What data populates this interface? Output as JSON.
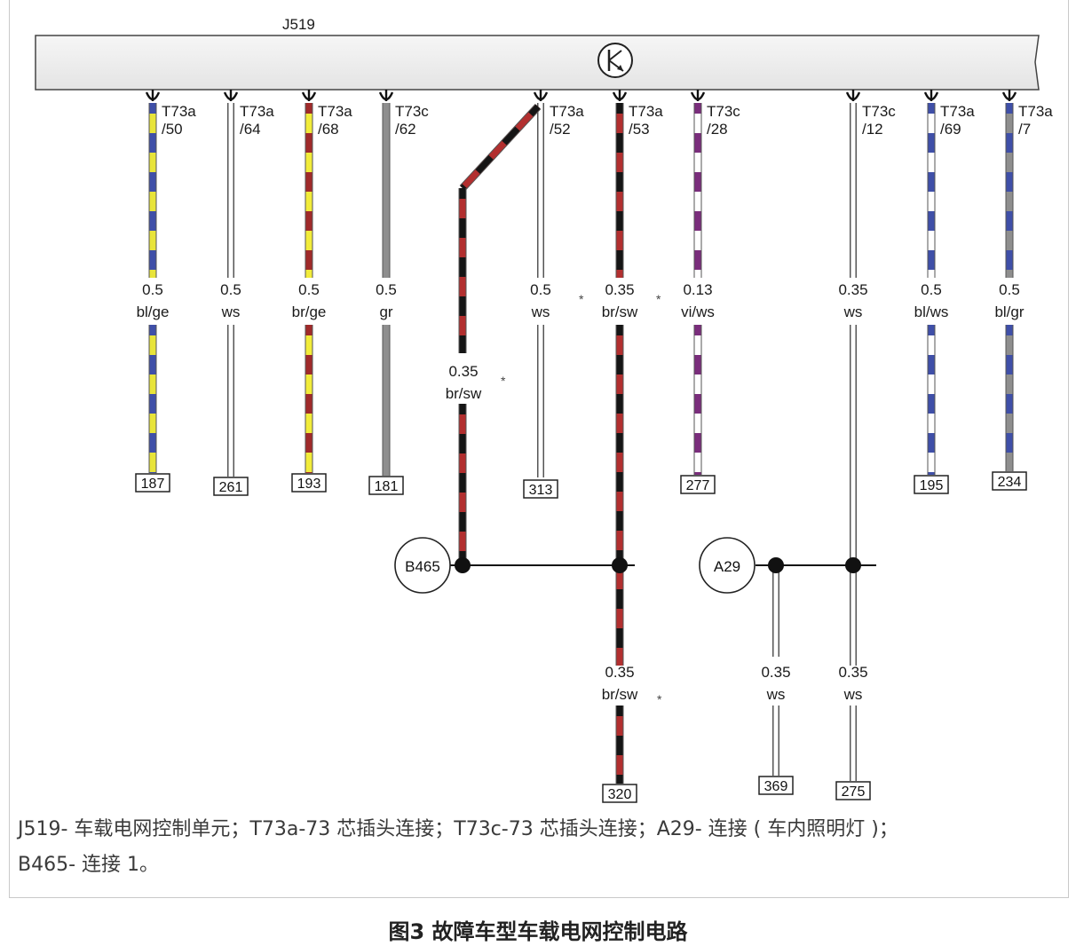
{
  "module": {
    "name": "J519"
  },
  "pins": [
    {
      "id": "p1",
      "connector": "T73a",
      "pin": "/50",
      "size": "0.5",
      "color": "bl/ge",
      "terminal": "187",
      "stripe": [
        "#e8e43a",
        "#3f4fa8"
      ]
    },
    {
      "id": "p2",
      "connector": "T73a",
      "pin": "/64",
      "size": "0.5",
      "color": "ws",
      "terminal": "261",
      "stripe": [
        "#ffffff"
      ]
    },
    {
      "id": "p3",
      "connector": "T73a",
      "pin": "/68",
      "size": "0.5",
      "color": "br/ge",
      "terminal": "193",
      "stripe": [
        "#f2ec3a",
        "#a02a2a"
      ]
    },
    {
      "id": "p4",
      "connector": "T73c",
      "pin": "/62",
      "size": "0.5",
      "color": "gr",
      "terminal": "181",
      "stripe": [
        "#8e8e8e"
      ]
    },
    {
      "id": "p5",
      "connector": "T73a",
      "pin": "/52",
      "size": "0.5",
      "color": "ws",
      "terminal": "313",
      "stripe": [
        "#ffffff"
      ]
    },
    {
      "id": "p6",
      "connector": "T73a",
      "pin": "/53",
      "size": "0.35",
      "color": "br/sw",
      "terminal": "",
      "stripe": [
        "#b22f2f",
        "#151515"
      ]
    },
    {
      "id": "p7",
      "connector": "T73c",
      "pin": "/28",
      "size": "0.13",
      "color": "vi/ws",
      "terminal": "277",
      "stripe": [
        "#ffffff",
        "#7a2d7c"
      ]
    },
    {
      "id": "p8",
      "connector": "T73c",
      "pin": "/12",
      "size": "0.35",
      "color": "ws",
      "terminal": "",
      "stripe": [
        "#ffffff"
      ]
    },
    {
      "id": "p9",
      "connector": "T73a",
      "pin": "/69",
      "size": "0.5",
      "color": "bl/ws",
      "terminal": "195",
      "stripe": [
        "#ffffff",
        "#3f4fa8"
      ]
    },
    {
      "id": "p10",
      "connector": "T73a",
      "pin": "/7",
      "size": "0.5",
      "color": "bl/gr",
      "terminal": "234",
      "stripe": [
        "#8e8e8e",
        "#3f4fa8"
      ]
    }
  ],
  "branch_wire": {
    "size": "0.35",
    "color": "br/sw"
  },
  "nodes": [
    {
      "id": "B465",
      "label": "B465"
    },
    {
      "id": "A29",
      "label": "A29"
    }
  ],
  "lower_wires": [
    {
      "id": "w320",
      "size": "0.35",
      "color": "br/sw",
      "terminal": "320"
    },
    {
      "id": "w369",
      "size": "0.35",
      "color": "ws",
      "terminal": "369"
    },
    {
      "id": "w275",
      "size": "0.35",
      "color": "ws",
      "terminal": "275"
    }
  ],
  "legend": {
    "line1": "J519- 车载电网控制单元；T73a-73 芯插头连接；T73c-73 芯插头连接；A29- 连接 ( 车内照明灯 )；",
    "line2": "B465- 连接 1。"
  },
  "caption": "图3 故障车型车载电网控制电路",
  "colors": {
    "red": "#b22f2f",
    "black": "#151515",
    "blue": "#3f4fa8",
    "yellow": "#eee43a",
    "gray": "#8e8e8e",
    "violet": "#7a2d7c",
    "bar": "#ececec"
  }
}
